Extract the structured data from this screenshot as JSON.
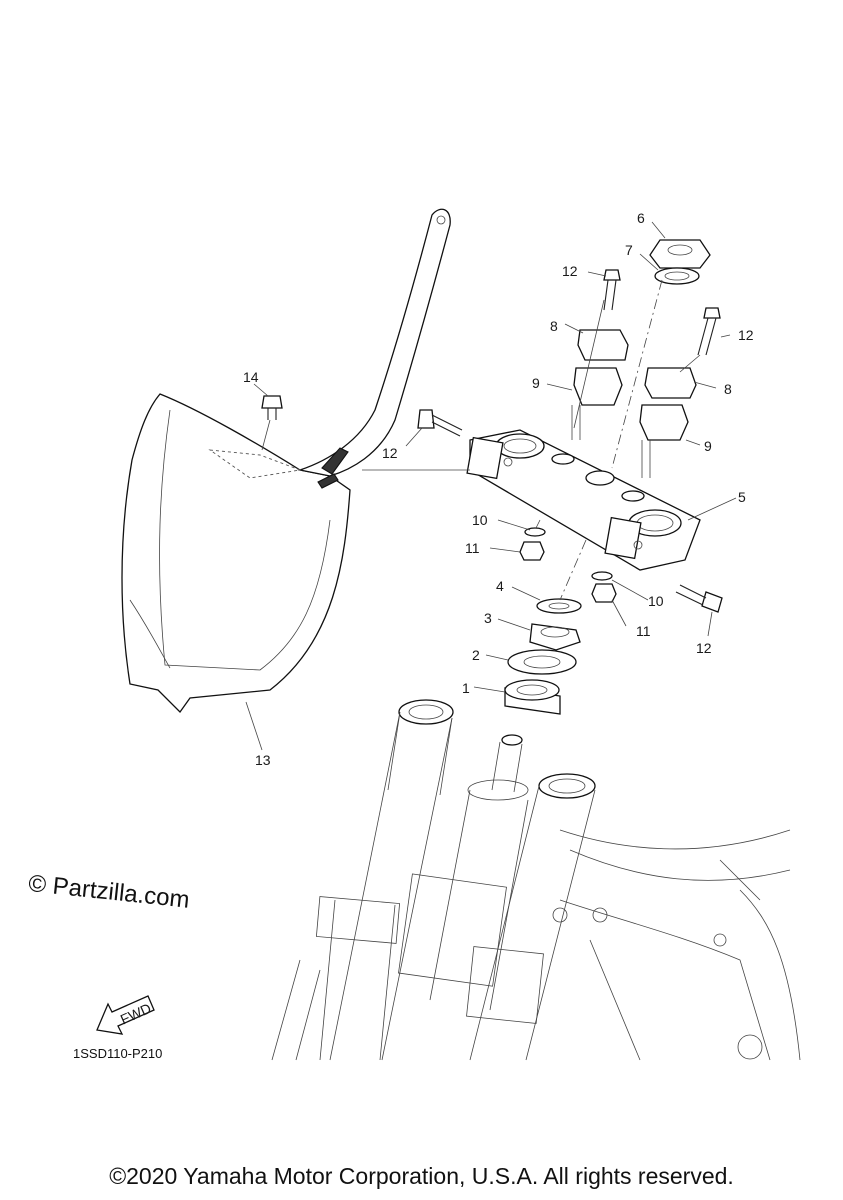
{
  "callouts": {
    "c1": "1",
    "c2": "2",
    "c3": "3",
    "c4": "4",
    "c5": "5",
    "c6": "6",
    "c7": "7",
    "c8a": "8",
    "c8b": "8",
    "c9a": "9",
    "c9b": "9",
    "c10a": "10",
    "c10b": "10",
    "c11a": "11",
    "c11b": "11",
    "c12a": "12",
    "c12b": "12",
    "c12c": "12",
    "c12d": "12",
    "c13": "13",
    "c14": "14"
  },
  "fwd_label": "FWD",
  "watermark": "© Partzilla.com",
  "diagram_code": "1SSD110-P210",
  "copyright": "©2020 Yamaha Motor Corporation, U.S.A. All rights reserved."
}
